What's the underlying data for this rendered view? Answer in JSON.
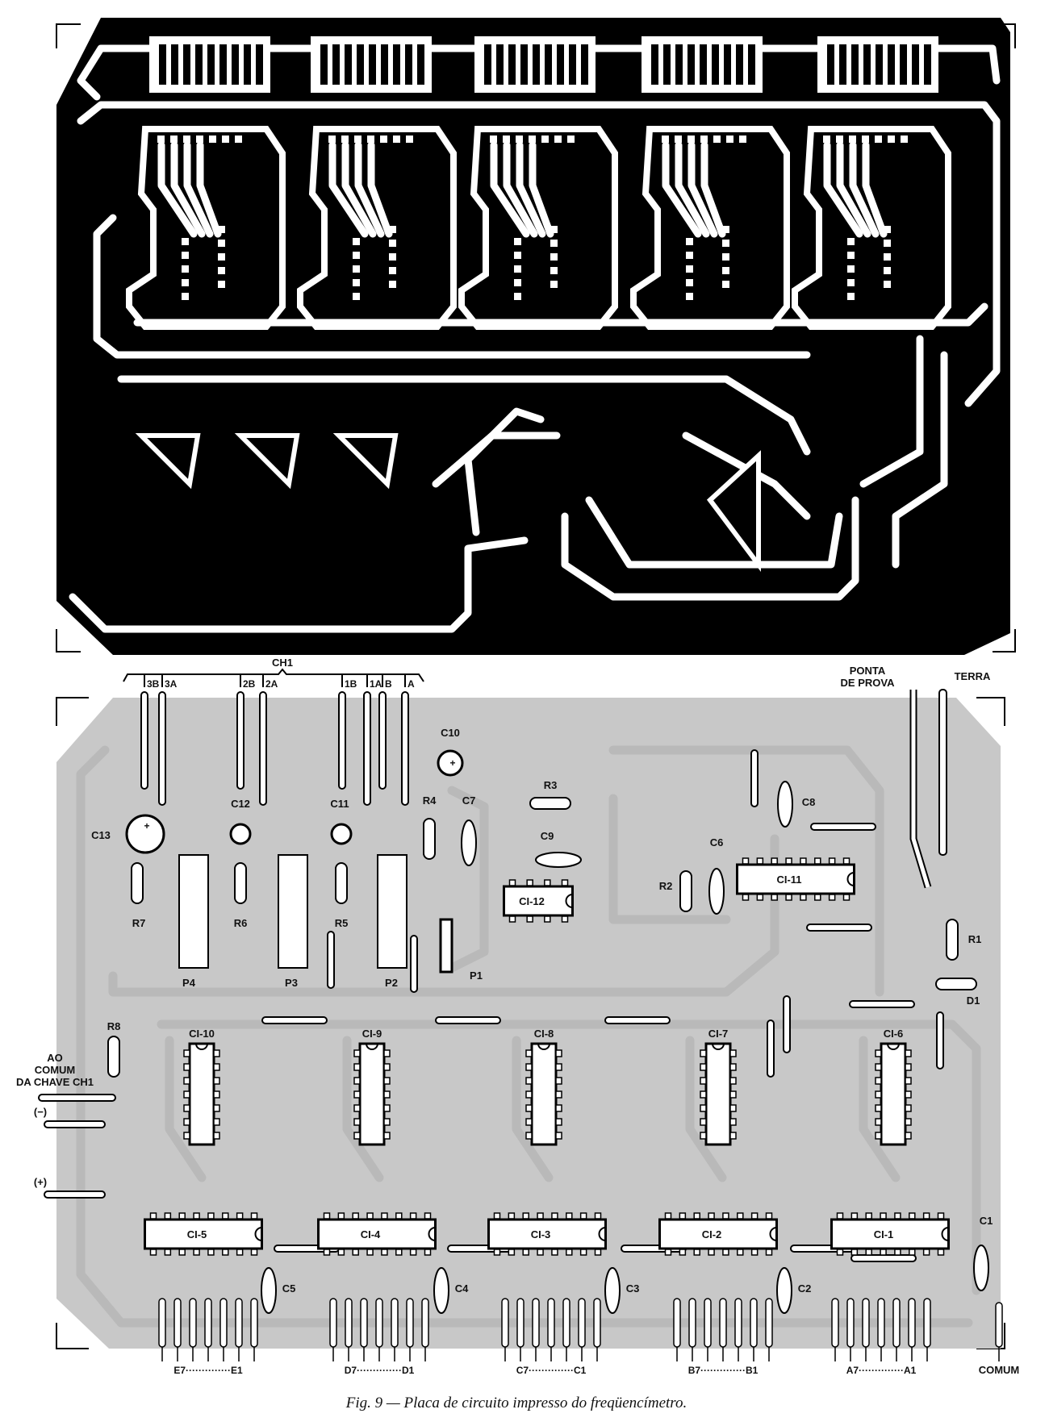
{
  "figure": {
    "caption": "Fig. 9 — Placa de circuito impresso do freqüencímetro.",
    "colors": {
      "copper": "#000000",
      "board": "#c8c8c8",
      "ink": "#111111",
      "paper": "#ffffff"
    }
  },
  "switch": {
    "name": "CH1",
    "wires": [
      "3B",
      "3A",
      "2B",
      "2A",
      "1B",
      "1A",
      "B",
      "A"
    ]
  },
  "inputs": {
    "probe_line1": "PONTA",
    "probe_line2": "DE PROVA",
    "ground": "TERRA",
    "common_line1": "AO",
    "common_line2": "COMUM",
    "common_line3": "DA CHAVE CH1",
    "minus": "(−)",
    "plus": "(+)"
  },
  "components": {
    "C10": "C10",
    "C13": "C13",
    "C12": "C12",
    "C11": "C11",
    "R3": "R3",
    "R4": "R4",
    "C7": "C7",
    "C9": "C9",
    "C8": "C8",
    "C6": "C6",
    "R2": "R2",
    "R7": "R7",
    "R6": "R6",
    "R5": "R5",
    "P4": "P4",
    "P3": "P3",
    "P2": "P2",
    "P1": "P1",
    "R1": "R1",
    "D1": "D1",
    "R8": "R8",
    "C1": "C1",
    "C5": "C5",
    "C4": "C4",
    "C3": "C3",
    "C2": "C2"
  },
  "ics": {
    "CI11": "CI-11",
    "CI12": "CI-12",
    "row_mid": [
      "CI-10",
      "CI-9",
      "CI-8",
      "CI-7",
      "CI-6"
    ],
    "row_low": [
      "CI-5",
      "CI-4",
      "CI-3",
      "CI-2",
      "CI-1"
    ]
  },
  "outputs": {
    "groups": [
      "E7··············E1",
      "D7··············D1",
      "C7··············C1",
      "B7··············B1",
      "A7··············A1"
    ],
    "common": "COMUM"
  }
}
